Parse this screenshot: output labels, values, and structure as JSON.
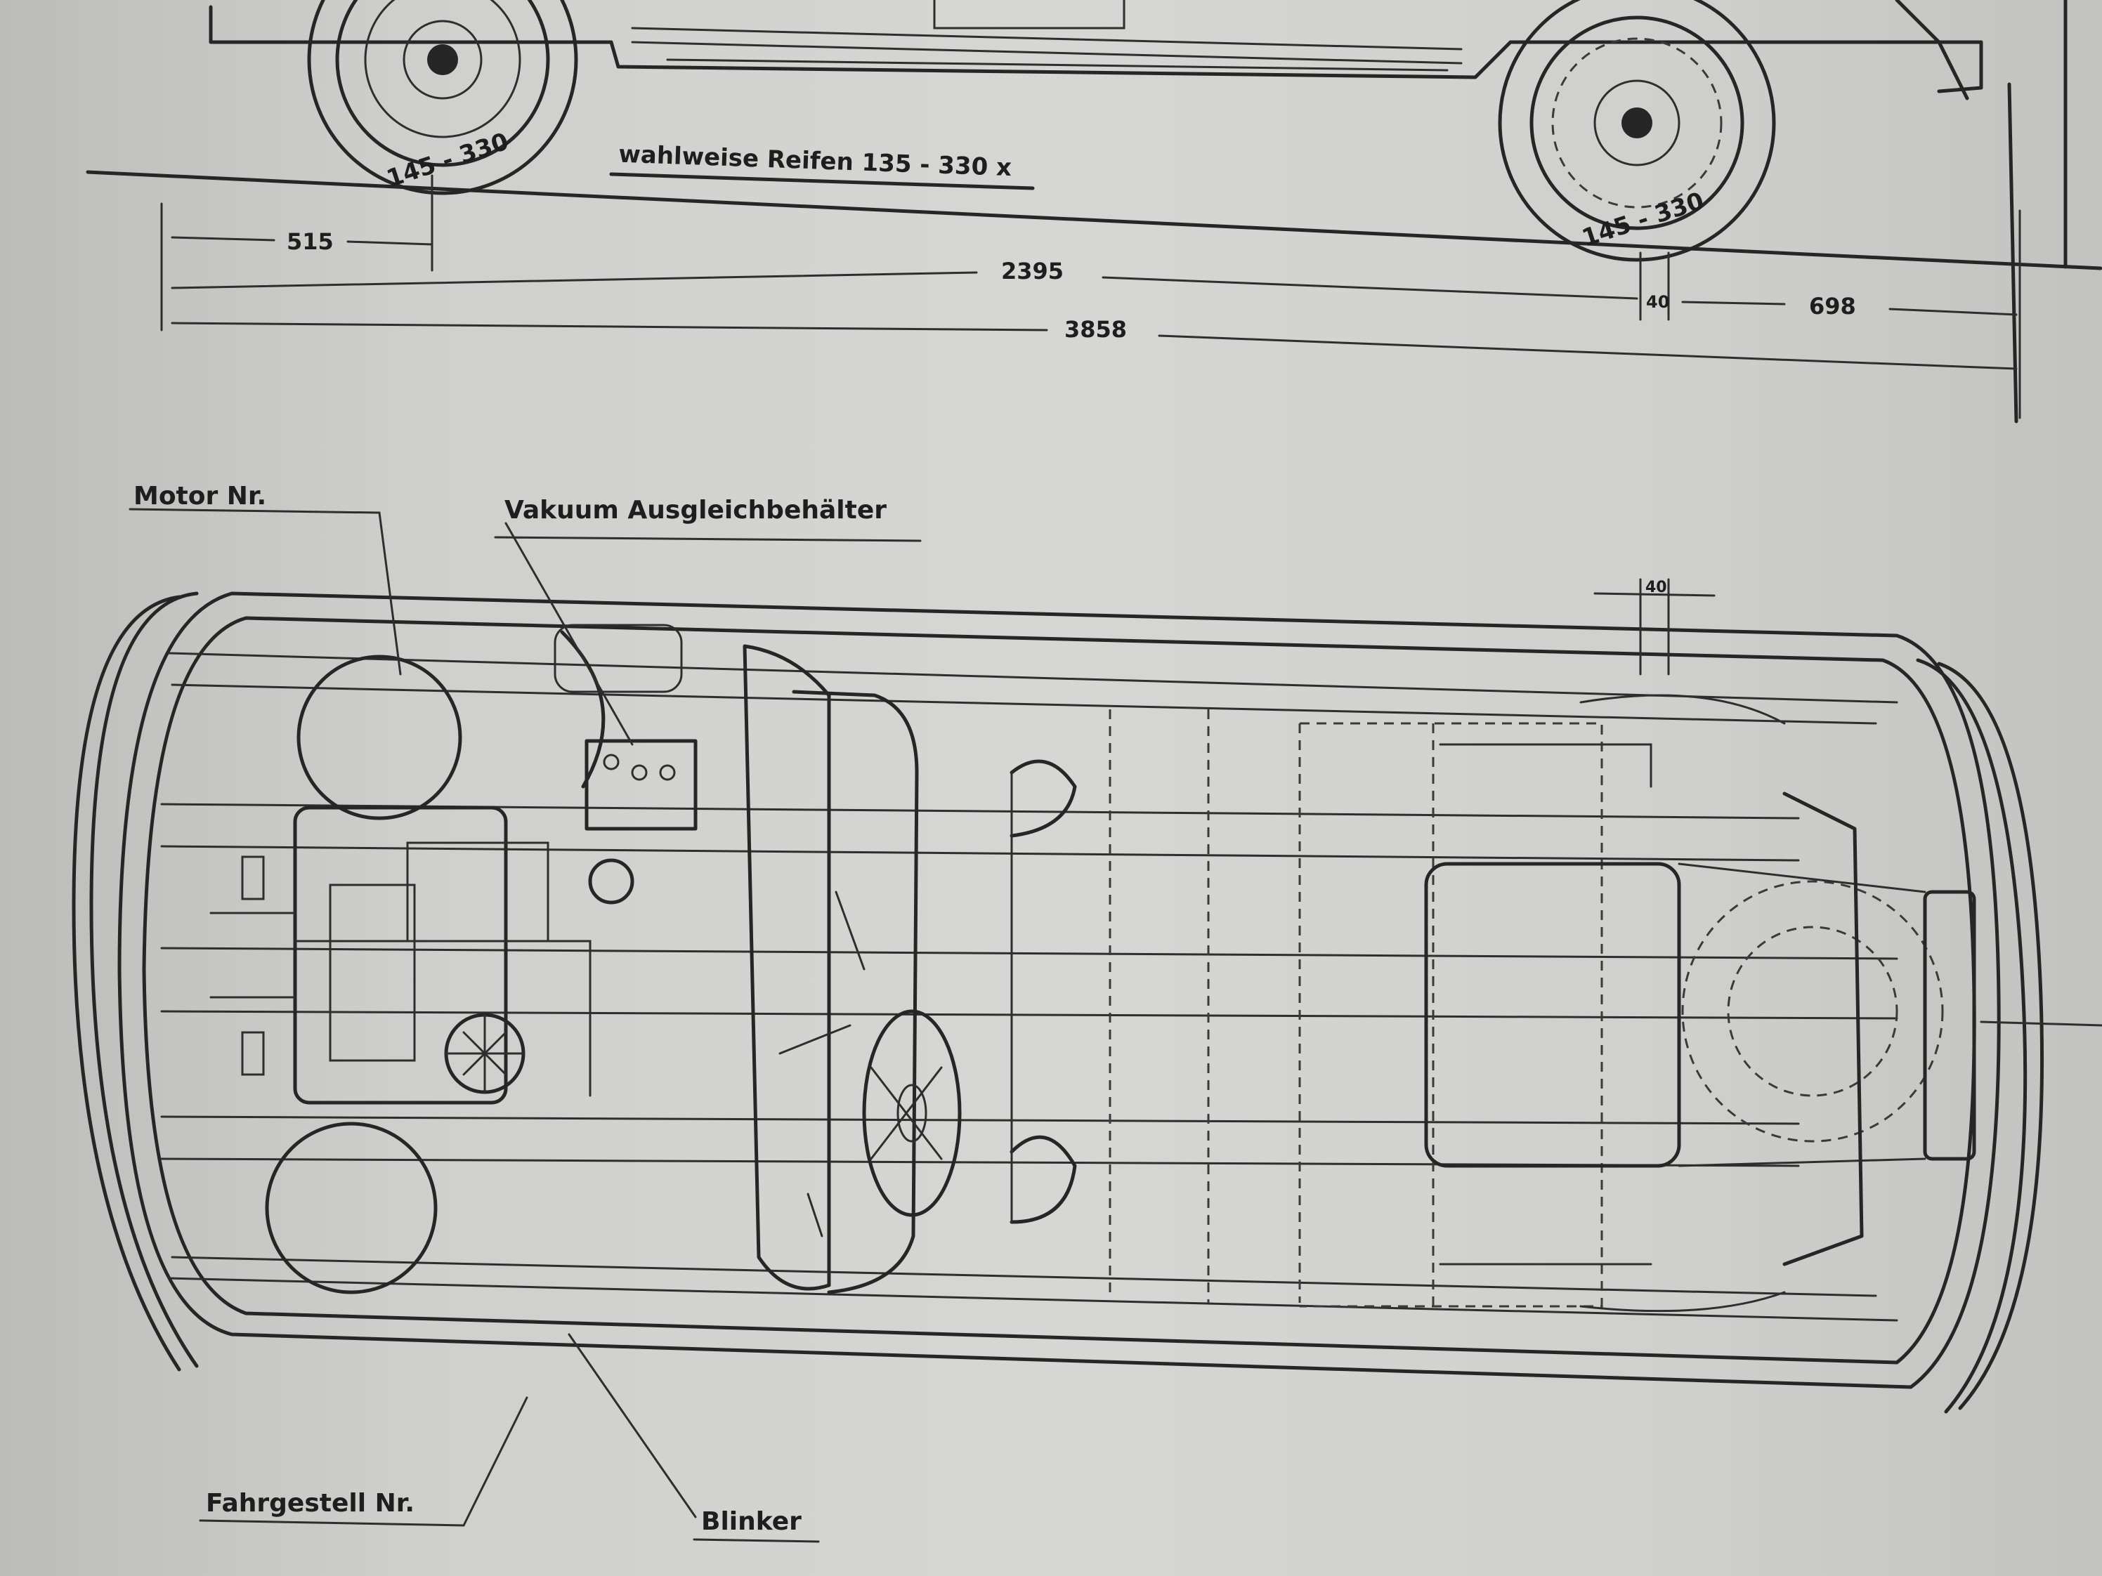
{
  "side_view": {
    "front_tire": "145 - 330",
    "rear_tire": "145 - 330",
    "tire_option": "wahlweise Reifen 135 - 330 x",
    "dimensions": {
      "front_overhang": "515",
      "wheelbase": "2395",
      "rear_small": "40",
      "rear_overhang": "698",
      "overall_length": "3858"
    }
  },
  "top_view": {
    "labels": {
      "motor_nr": "Motor Nr.",
      "vakuum": "Vakuum Ausgleichbehälter",
      "fahrgestell_nr": "Fahrgestell Nr.",
      "blinker": "Blinker"
    },
    "small_dimension": "40"
  }
}
